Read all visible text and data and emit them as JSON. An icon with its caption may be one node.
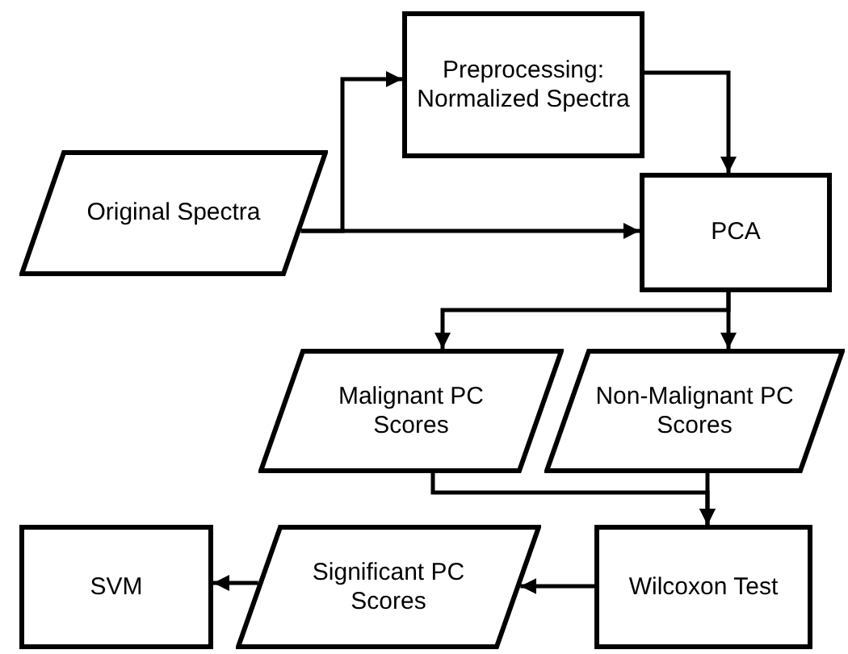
{
  "diagram": {
    "nodes": [
      {
        "text": [
          "Original Spectra"
        ]
      },
      {
        "text": [
          "Preprocessing: Normalized Spectra"
        ]
      },
      {
        "text": [
          "PCA"
        ]
      },
      {
        "text": [
          "Malignant PC Scores"
        ]
      },
      {
        "text": [
          "Non-Malignant PC Scores"
        ]
      },
      {
        "text": [
          "SVM"
        ]
      },
      {
        "text": [
          "Significant PC Scores"
        ]
      },
      {
        "text": [
          "Wilcoxon Test"
        ]
      }
    ],
    "edges": [
      {
        "from": 0,
        "to": 1,
        "arrow": "to"
      },
      {
        "from": 0,
        "to": 2,
        "arrow": "to"
      },
      {
        "from": 1,
        "to": 2,
        "arrow": "to"
      },
      {
        "from": 2,
        "to": 3,
        "arrow": "to"
      },
      {
        "from": 2,
        "to": 4,
        "arrow": "to"
      },
      {
        "from": 3,
        "to": 7,
        "arrow": "to"
      },
      {
        "from": 4,
        "to": 7,
        "arrow": "to"
      },
      {
        "from": 7,
        "to": 6,
        "arrow": "to"
      },
      {
        "from": 6,
        "to": 5,
        "arrow": "to"
      }
    ]
  }
}
